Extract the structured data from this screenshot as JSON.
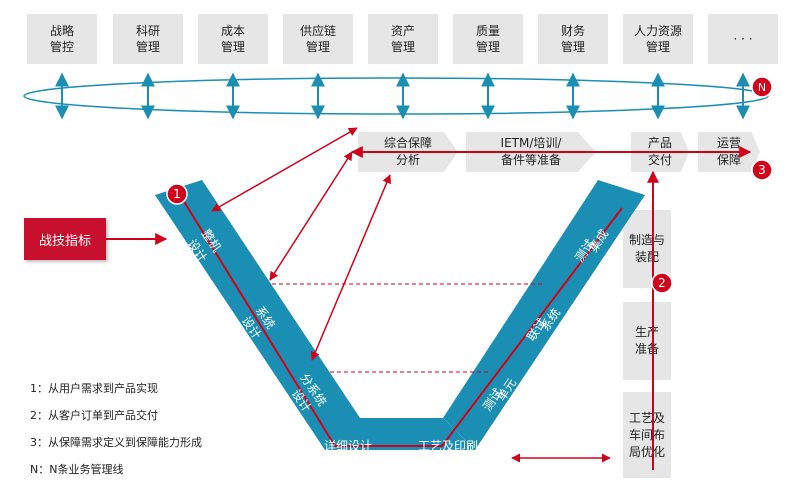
{
  "top_boxes": [
    {
      "l1": "战略",
      "l2": "管控"
    },
    {
      "l1": "科研",
      "l2": "管理"
    },
    {
      "l1": "成本",
      "l2": "管理"
    },
    {
      "l1": "供应链",
      "l2": "管理"
    },
    {
      "l1": "资产",
      "l2": "管理"
    },
    {
      "l1": "质量",
      "l2": "管理"
    },
    {
      "l1": "财务",
      "l2": "管理"
    },
    {
      "l1": "人力资源",
      "l2": "管理"
    },
    {
      "l1": "· · ·",
      "l2": ""
    }
  ],
  "chevrons": [
    {
      "l1": "综合保障",
      "l2": "分析"
    },
    {
      "l1": "IETM/培训/",
      "l2": "备件等准备"
    },
    {
      "l1": "产品",
      "l2": "交付"
    },
    {
      "l1": "运营",
      "l2": "保障"
    }
  ],
  "right_boxes": [
    {
      "l1": "制造与",
      "l2": "装配",
      "l3": ""
    },
    {
      "l1": "生产",
      "l2": "准备",
      "l3": ""
    },
    {
      "l1": "工艺及",
      "l2": "车间布",
      "l3": "局优化"
    }
  ],
  "v_labels": {
    "whole_machine": [
      "整机",
      "设计"
    ],
    "system_design": [
      "系统",
      "设计"
    ],
    "subsystem_design": [
      "分系统",
      "设计"
    ],
    "detail_design": "详细设计",
    "process_print": "工艺及印刷",
    "unit_test": [
      "单元",
      "测试"
    ],
    "system_integration": [
      "系统",
      "联试"
    ],
    "integration_test": [
      "集成",
      "测试"
    ]
  },
  "indicator": "战技指标",
  "badges": {
    "b1": "1",
    "b2": "2",
    "b3": "3",
    "bn": "N"
  },
  "legend": [
    "1：从用户需求到产品实现",
    "2：从客户订单到产品交付",
    "3：从保障需求定义到保障能力形成",
    "N：N条业务管理线"
  ],
  "colors": {
    "blue": "#1a8fb3",
    "red": "#d0021b",
    "gray": "#e6e6e6"
  }
}
